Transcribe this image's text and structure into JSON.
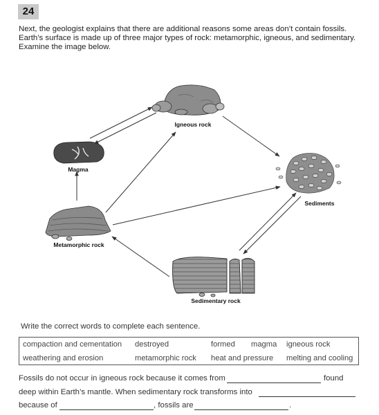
{
  "question_number": "24",
  "intro": {
    "line1": "Next, the geologist explains that there are additional reasons some areas don’t contain fossils.",
    "line2": "Earth’s surface is made up of three major types of rock: metamorphic, igneous, and sedimentary.",
    "line3": "Examine the image below."
  },
  "diagram": {
    "igneous_label": "Igneous rock",
    "magma_label": "Magma",
    "sediments_label": "Sediments",
    "metamorphic_label": "Metamorphic rock",
    "sedimentary_label": "Sedimentary rock"
  },
  "instruction": "Write the correct words to complete each sentence.",
  "word_bank": {
    "w1": "compaction and cementation",
    "w2": "destroyed",
    "w3": "formed",
    "w4": "magma",
    "w5": "igneous rock",
    "w6": "weathering and erosion",
    "w7": "metamorphic rock",
    "w8": "heat and pressure",
    "w9": "melting and cooling"
  },
  "sentences": {
    "s1_start": "Fossils do not occur in igneous rock because it comes from",
    "s1_end": "found",
    "s2_start": "deep within Earth’s mantle. When sedimentary rock transforms into",
    "s3_start": "because of",
    "s3_mid": ", fossils are",
    "s3_end": "."
  }
}
